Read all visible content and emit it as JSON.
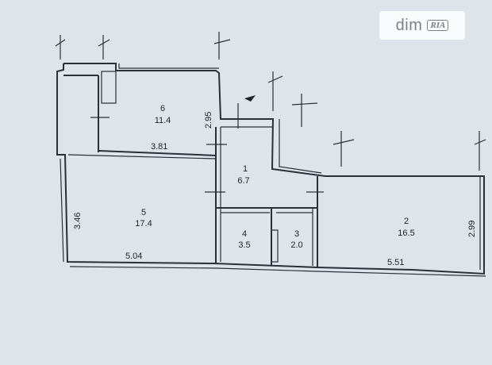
{
  "watermark": {
    "text": "dim",
    "badge": "RIA"
  },
  "rooms": [
    {
      "number": "1",
      "area": "6.7"
    },
    {
      "number": "2",
      "area": "16.5"
    },
    {
      "number": "3",
      "area": "2.0"
    },
    {
      "number": "4",
      "area": "3.5"
    },
    {
      "number": "5",
      "area": "17.4"
    },
    {
      "number": "6",
      "area": "11.4"
    }
  ],
  "dimensions": {
    "room6_height": "2.95",
    "room6_width": "3.81",
    "room5_height": "3.46",
    "room5_width": "5.04",
    "room2_width": "5.51",
    "room2_height": "2.99"
  }
}
